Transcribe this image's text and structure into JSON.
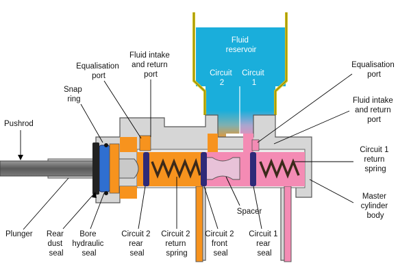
{
  "colors": {
    "fluid_blue": "#1aaedb",
    "circuit2_orange": "#f7931e",
    "circuit1_pink": "#f48bb4",
    "seal_navy": "#2e2a78",
    "seal_blue": "#2f6fd0",
    "reservoir_rim": "#d4c21a",
    "body_grey": "#d6d6d6",
    "pushrod_grey": "#6e6e6e"
  },
  "labels": {
    "fluid_reservoir": [
      "Fluid",
      "reservoir"
    ],
    "circuit2_top": [
      "Circuit",
      "2"
    ],
    "circuit1_top": [
      "Circuit",
      "1"
    ],
    "equalisation_port_left": [
      "Equalisation",
      "port"
    ],
    "fluid_intake_left": [
      "Fluid intake",
      "and return",
      "port"
    ],
    "snap_ring": [
      "Snap",
      "ring"
    ],
    "pushrod": [
      "Pushrod"
    ],
    "equalisation_port_right": [
      "Equalisation",
      "port"
    ],
    "fluid_intake_right": [
      "Fluid intake",
      "and return",
      "port"
    ],
    "circuit1_return_spring": [
      "Circuit 1",
      "return",
      "spring"
    ],
    "master_cylinder_body": [
      "Master",
      "cylinder",
      "body"
    ],
    "spacer": [
      "Spacer"
    ],
    "plunger": [
      "Plunger"
    ],
    "rear_dust_seal": [
      "Rear",
      "dust",
      "seal"
    ],
    "bore_hydraulic_seal": [
      "Bore",
      "hydraulic",
      "seal"
    ],
    "circuit2_rear_seal": [
      "Circuit 2",
      "rear",
      "seal"
    ],
    "circuit2_return_spring": [
      "Circuit 2",
      "return",
      "spring"
    ],
    "circuit2_front_seal": [
      "Circuit 2",
      "front",
      "seal"
    ],
    "circuit1_rear_seal": [
      "Circuit 1",
      "rear",
      "seal"
    ]
  }
}
